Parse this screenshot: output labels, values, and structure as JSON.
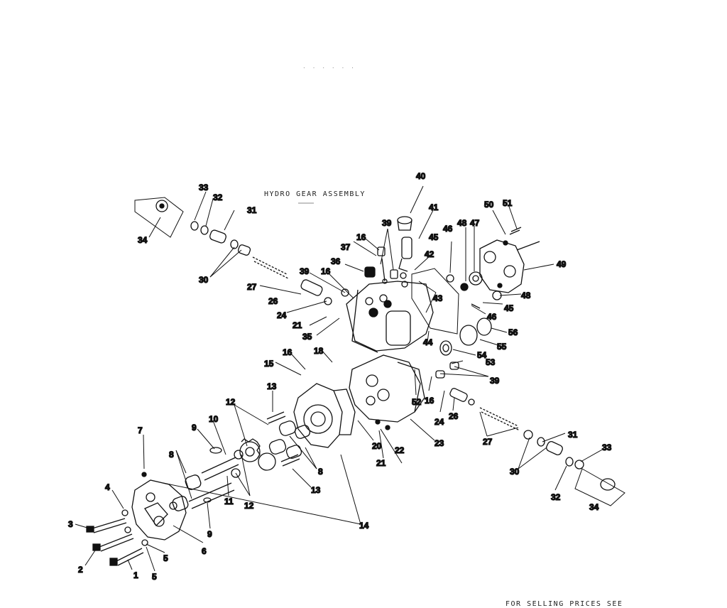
{
  "diagram": {
    "title": "HYDRO GEAR ASSEMBLY",
    "footer": "FOR SELLING PRICES SEE",
    "top_marks": ". . . .  . .",
    "callouts": [
      {
        "id": "c1",
        "label": "1"
      },
      {
        "id": "c2",
        "label": "2"
      },
      {
        "id": "c3",
        "label": "3"
      },
      {
        "id": "c4",
        "label": "4"
      },
      {
        "id": "c5a",
        "label": "5"
      },
      {
        "id": "c5b",
        "label": "5"
      },
      {
        "id": "c6",
        "label": "6"
      },
      {
        "id": "c7",
        "label": "7"
      },
      {
        "id": "c8a",
        "label": "8"
      },
      {
        "id": "c8b",
        "label": "8"
      },
      {
        "id": "c9a",
        "label": "9"
      },
      {
        "id": "c9b",
        "label": "9"
      },
      {
        "id": "c10",
        "label": "10"
      },
      {
        "id": "c11",
        "label": "11"
      },
      {
        "id": "c12a",
        "label": "12"
      },
      {
        "id": "c12b",
        "label": "12"
      },
      {
        "id": "c13a",
        "label": "13"
      },
      {
        "id": "c13b",
        "label": "13"
      },
      {
        "id": "c14",
        "label": "14"
      },
      {
        "id": "c15",
        "label": "15"
      },
      {
        "id": "c16a",
        "label": "16"
      },
      {
        "id": "c16b",
        "label": "16"
      },
      {
        "id": "c16c",
        "label": "16"
      },
      {
        "id": "c16d",
        "label": "16"
      },
      {
        "id": "c18",
        "label": "18"
      },
      {
        "id": "c20",
        "label": "20"
      },
      {
        "id": "c21a",
        "label": "21"
      },
      {
        "id": "c21b",
        "label": "21"
      },
      {
        "id": "c22",
        "label": "22"
      },
      {
        "id": "c23",
        "label": "23"
      },
      {
        "id": "c24a",
        "label": "24"
      },
      {
        "id": "c24b",
        "label": "24"
      },
      {
        "id": "c26a",
        "label": "26"
      },
      {
        "id": "c26b",
        "label": "26"
      },
      {
        "id": "c27a",
        "label": "27"
      },
      {
        "id": "c27b",
        "label": "27"
      },
      {
        "id": "c30a",
        "label": "30"
      },
      {
        "id": "c30b",
        "label": "30"
      },
      {
        "id": "c31a",
        "label": "31"
      },
      {
        "id": "c31b",
        "label": "31"
      },
      {
        "id": "c32a",
        "label": "32"
      },
      {
        "id": "c32b",
        "label": "32"
      },
      {
        "id": "c33a",
        "label": "33"
      },
      {
        "id": "c33b",
        "label": "33"
      },
      {
        "id": "c34a",
        "label": "34"
      },
      {
        "id": "c34b",
        "label": "34"
      },
      {
        "id": "c35",
        "label": "35"
      },
      {
        "id": "c36",
        "label": "36"
      },
      {
        "id": "c37",
        "label": "37"
      },
      {
        "id": "c39a",
        "label": "39"
      },
      {
        "id": "c39b",
        "label": "39"
      },
      {
        "id": "c39c",
        "label": "39"
      },
      {
        "id": "c40",
        "label": "40"
      },
      {
        "id": "c41",
        "label": "41"
      },
      {
        "id": "c42",
        "label": "42"
      },
      {
        "id": "c43",
        "label": "43"
      },
      {
        "id": "c44",
        "label": "44"
      },
      {
        "id": "c45a",
        "label": "45"
      },
      {
        "id": "c45b",
        "label": "45"
      },
      {
        "id": "c46a",
        "label": "46"
      },
      {
        "id": "c46b",
        "label": "46"
      },
      {
        "id": "c47",
        "label": "47"
      },
      {
        "id": "c48a",
        "label": "48"
      },
      {
        "id": "c48b",
        "label": "48"
      },
      {
        "id": "c49",
        "label": "49"
      },
      {
        "id": "c50",
        "label": "50"
      },
      {
        "id": "c51",
        "label": "51"
      },
      {
        "id": "c52",
        "label": "52"
      },
      {
        "id": "c53",
        "label": "53"
      },
      {
        "id": "c54",
        "label": "54"
      },
      {
        "id": "c55",
        "label": "55"
      },
      {
        "id": "c56",
        "label": "56"
      }
    ]
  }
}
